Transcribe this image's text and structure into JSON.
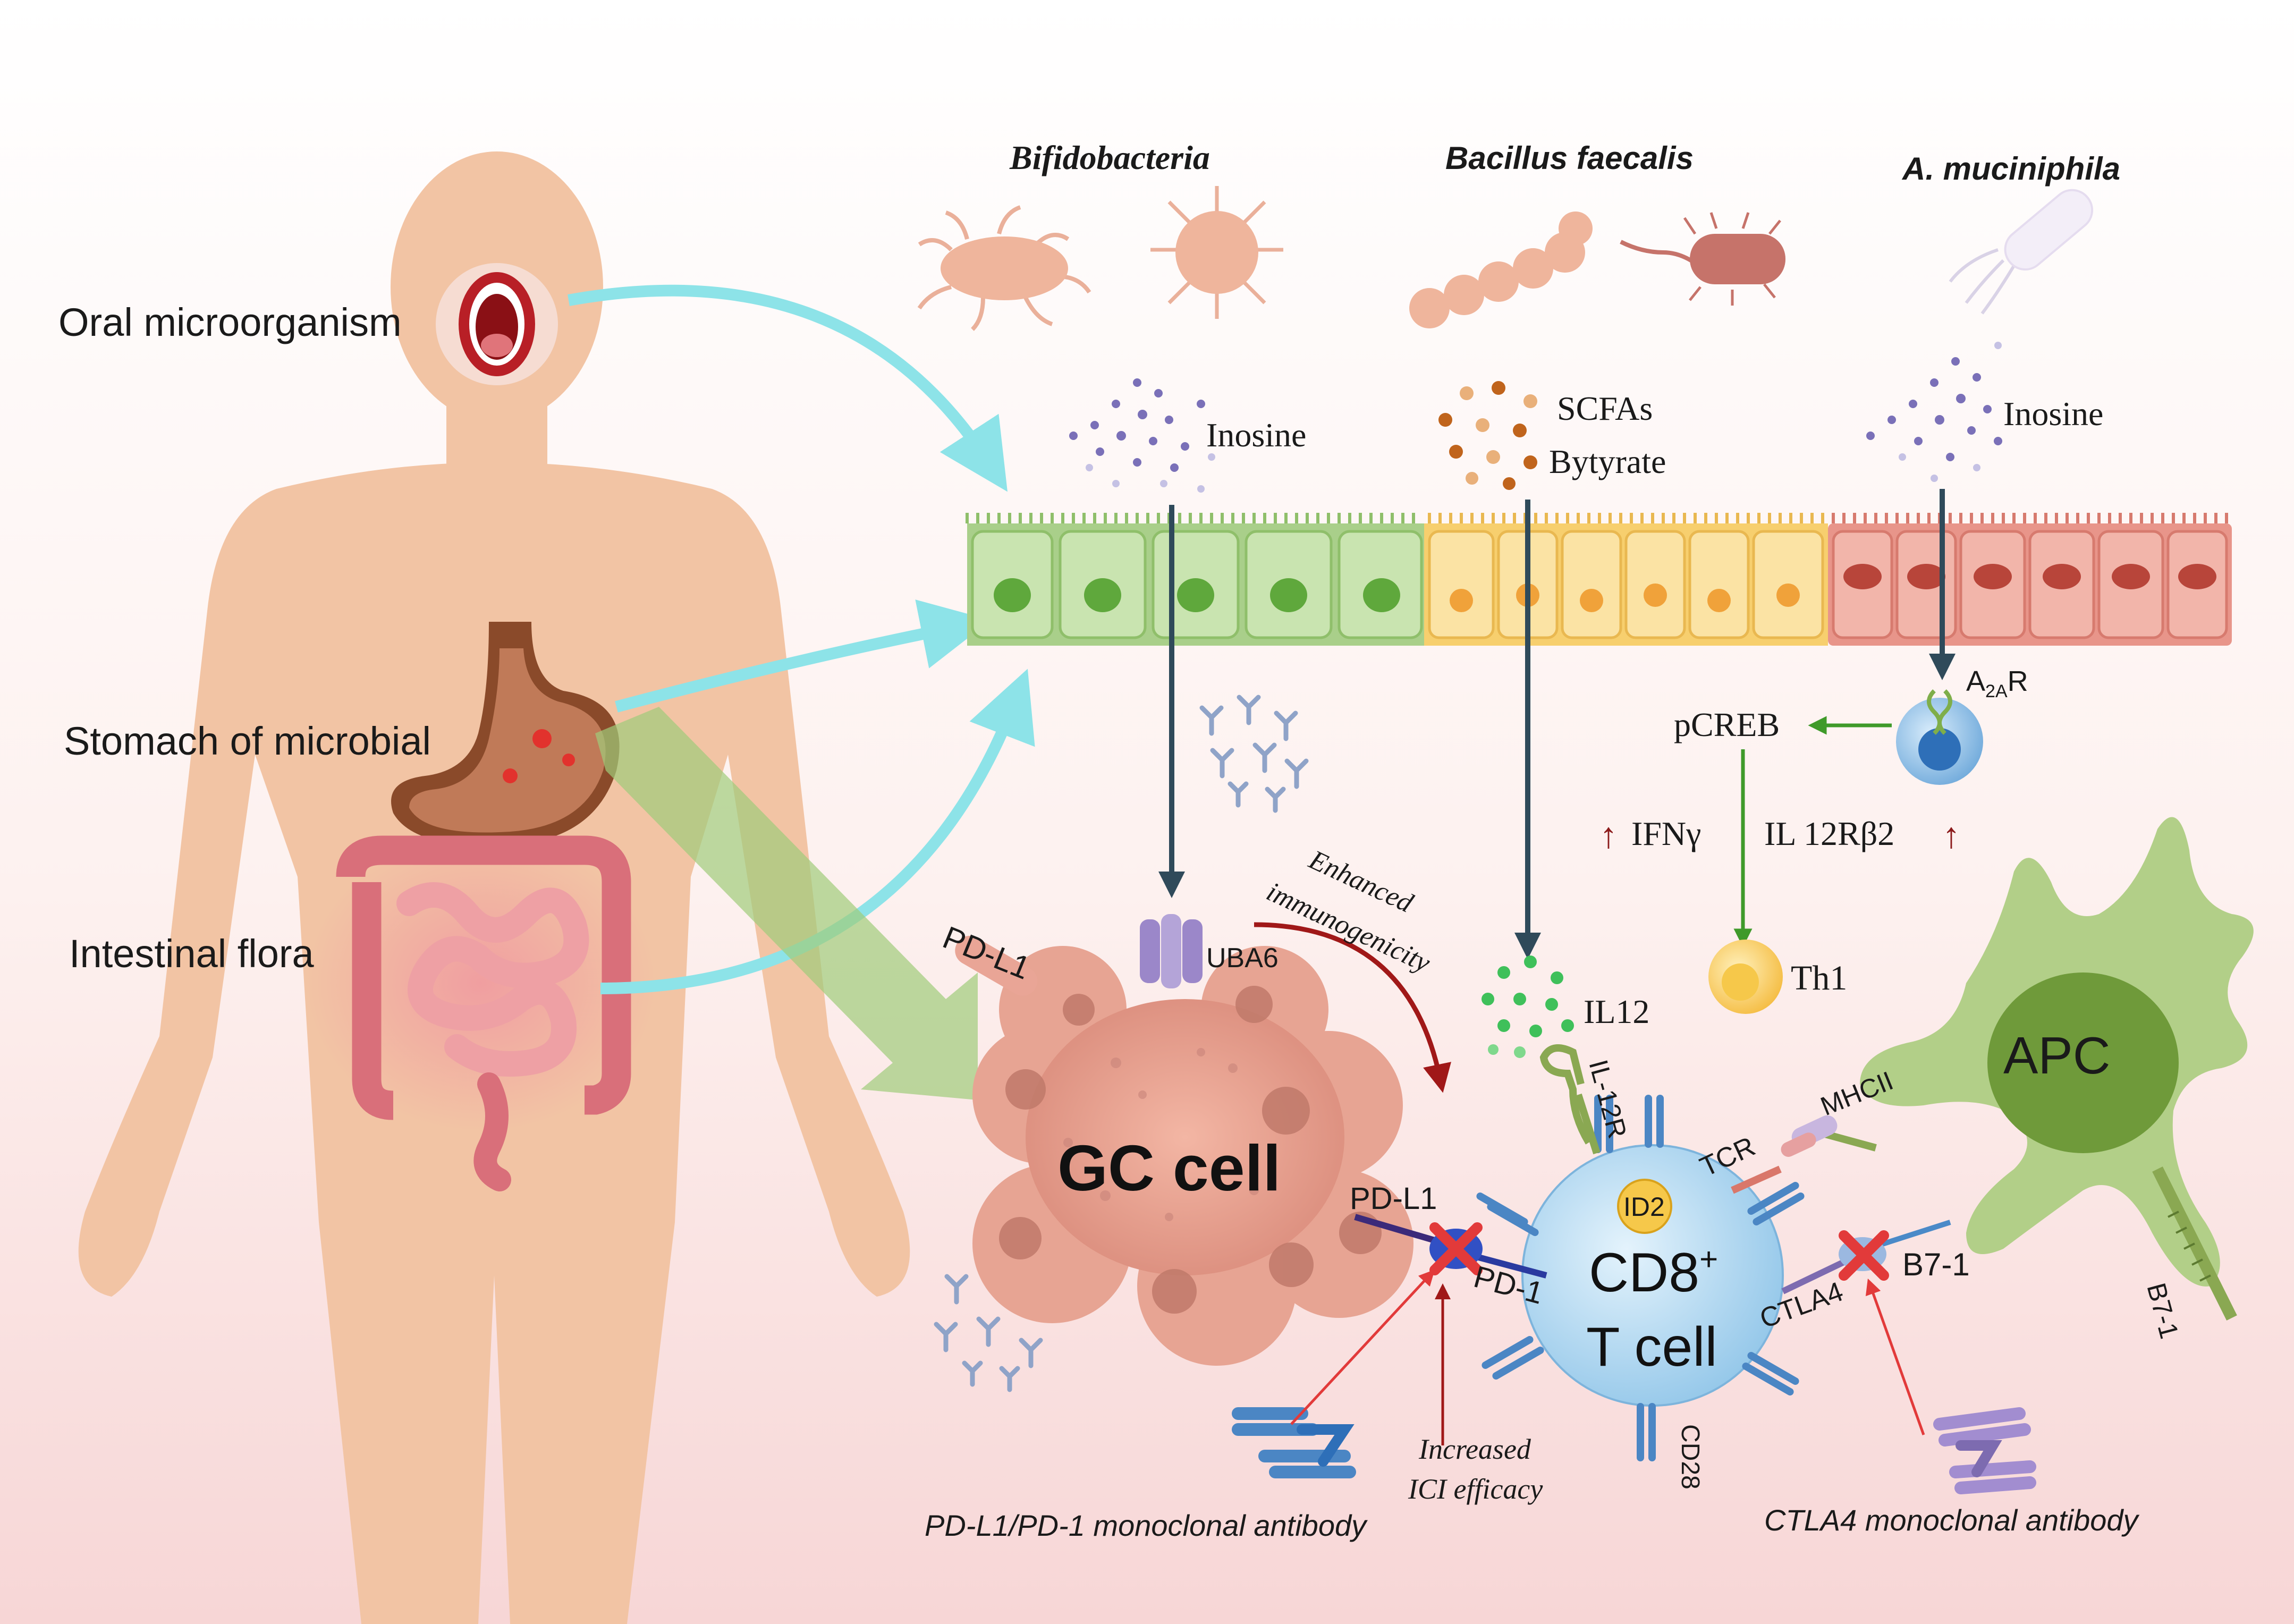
{
  "body_labels": {
    "oral": "Oral microorganism",
    "stomach": "Stomach of microbial",
    "intestine": "Intestinal flora"
  },
  "bacteria": {
    "bifido": "Bifidobacteria",
    "bacillus": "Bacillus faecalis",
    "akk": "A. muciniphila"
  },
  "metabolites": {
    "inosine_left": "Inosine",
    "scfas": "SCFAs",
    "butyrate": "Bytyrate",
    "inosine_right": "Inosine"
  },
  "signaling": {
    "a2ar_a": "A",
    "a2ar_sub": "2A",
    "a2ar_r": "R",
    "pcreb": "pCREB",
    "up1": "↑",
    "ifng": "IFNγ",
    "il12rb2": "IL 12Rβ2",
    "up2": "↑",
    "th1": "Th1",
    "enhanced": "Enhanced",
    "immunogenicity": "immunogenicity",
    "uba6": "UBA6",
    "il12": "IL12"
  },
  "cells": {
    "gc_cell": "GC cell",
    "apc": "APC",
    "cd8": "CD8",
    "cd8_sup": "+",
    "tcell": "T cell",
    "id2": "ID2"
  },
  "receptors": {
    "pdl1_top": "PD-L1",
    "pdl1_mid": "PD-L1",
    "pd1": "PD-1",
    "il12r": "IL-12R",
    "tcr": "TCR",
    "mhcii": "MHCII",
    "ctla4": "CTLA4",
    "b71_mid": "B7-1",
    "b71_apc": "B7-1",
    "cd28": "CD28"
  },
  "therapy": {
    "increased": "Increased",
    "ici_efficacy": "ICI efficacy",
    "pd_mab": "PD-L1/PD-1 monoclonal antibody",
    "ctla4_mab": "CTLA4 monoclonal antibody"
  },
  "colors": {
    "skin": "#f2c4a4",
    "green_epi": "#a9cf8a",
    "yellow_epi": "#f7cf6e",
    "red_epi": "#e8958a",
    "arrow_cyan": "#8de3e8",
    "arrow_dark": "#2f4a5a",
    "tcell": "#b8dcf4",
    "apc": "#a8c67a"
  }
}
